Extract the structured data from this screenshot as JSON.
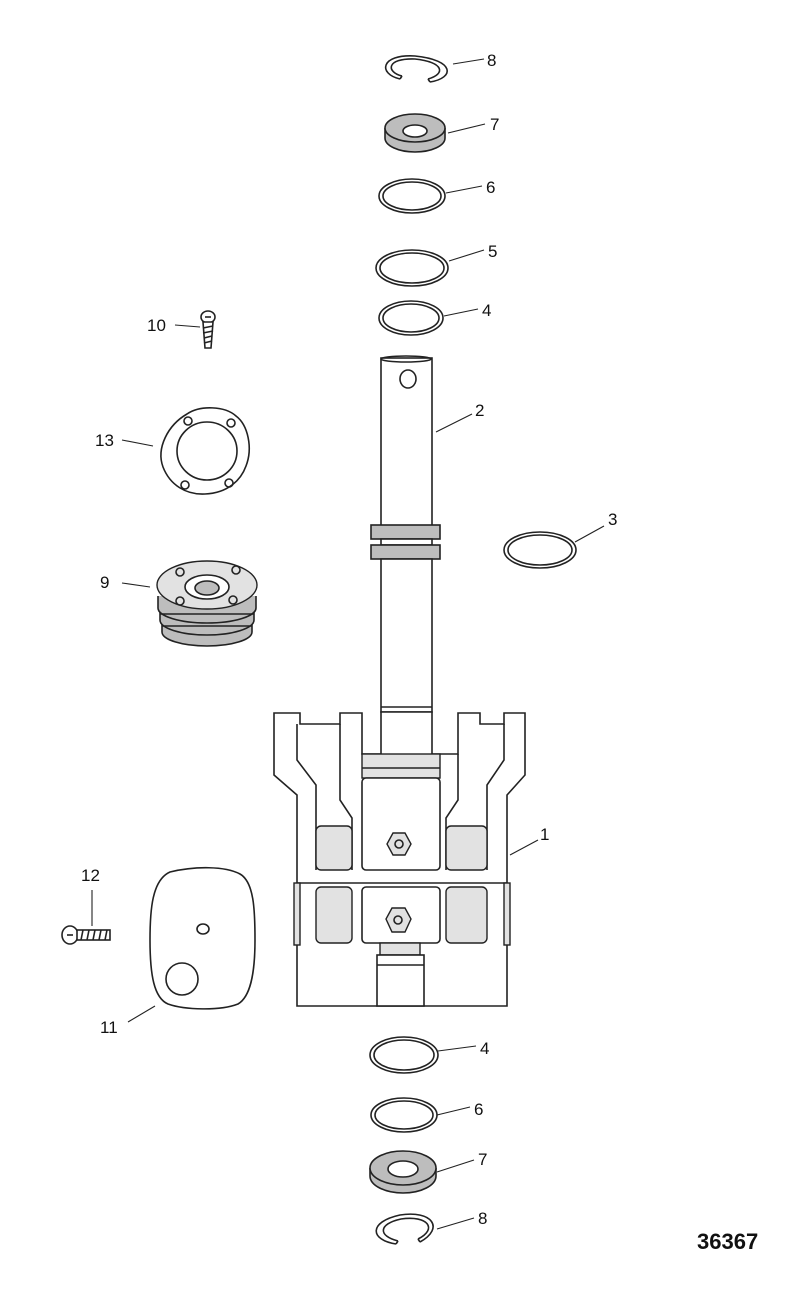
{
  "figure_number": "36367",
  "callouts": {
    "c8_top": "8",
    "c7_top": "7",
    "c6_top": "6",
    "c5": "5",
    "c4_top": "4",
    "c10": "10",
    "c2": "2",
    "c13": "13",
    "c3": "3",
    "c9": "9",
    "c1": "1",
    "c12": "12",
    "c11": "11",
    "c4_bottom": "4",
    "c6_bottom": "6",
    "c7_bottom": "7",
    "c8_bottom": "8"
  }
}
